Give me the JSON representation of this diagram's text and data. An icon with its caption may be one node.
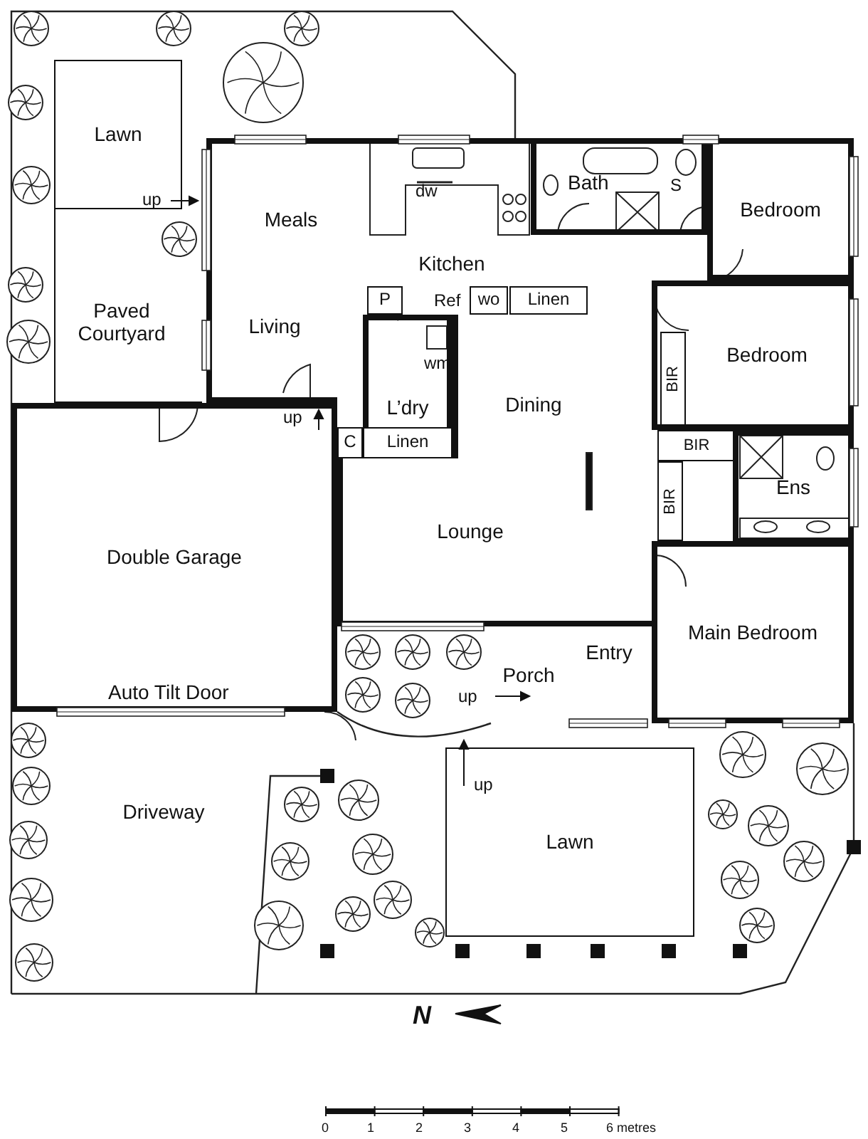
{
  "diagram": {
    "nodes": [
      {
        "text": [
          "Lawn"
        ]
      },
      {
        "text": [
          "Meals"
        ]
      },
      {
        "text": [
          "Kitchen"
        ]
      },
      {
        "text": [
          "Bath"
        ]
      },
      {
        "text": [
          "Bedroom"
        ]
      },
      {
        "text": [
          "Paved Courtyard"
        ]
      },
      {
        "text": [
          "Living"
        ]
      },
      {
        "text": [
          "P"
        ]
      },
      {
        "text": [
          "wo"
        ]
      },
      {
        "text": [
          "Linen"
        ]
      },
      {
        "text": [
          "Bedroom"
        ]
      },
      {
        "text": [
          "BIR"
        ],
        "in": 10
      },
      {
        "text": [
          "L’dry"
        ]
      },
      {
        "text": [
          "Dining"
        ]
      },
      {
        "text": [
          "C"
        ]
      },
      {
        "text": [
          "Linen"
        ]
      },
      {
        "text": [
          "BIR"
        ]
      },
      {
        "text": [
          "BIR"
        ]
      },
      {
        "text": [
          "Ens"
        ]
      },
      {
        "text": [
          "Double Garage"
        ]
      },
      {
        "text": [
          "Lounge"
        ]
      },
      {
        "text": [
          "Main Bedroom"
        ]
      },
      {
        "text": [
          "Porch"
        ]
      },
      {
        "text": [
          "Entry"
        ]
      },
      {
        "text": [
          "Driveway"
        ]
      },
      {
        "text": [
          "Lawn"
        ]
      }
    ],
    "labels": [
      "dw",
      "S",
      "up",
      "Ref",
      "wm",
      "up",
      "Auto Tilt Door",
      "up",
      "up",
      "N",
      "0",
      "1",
      "2",
      "3",
      "4",
      "5",
      "6 metres"
    ]
  }
}
